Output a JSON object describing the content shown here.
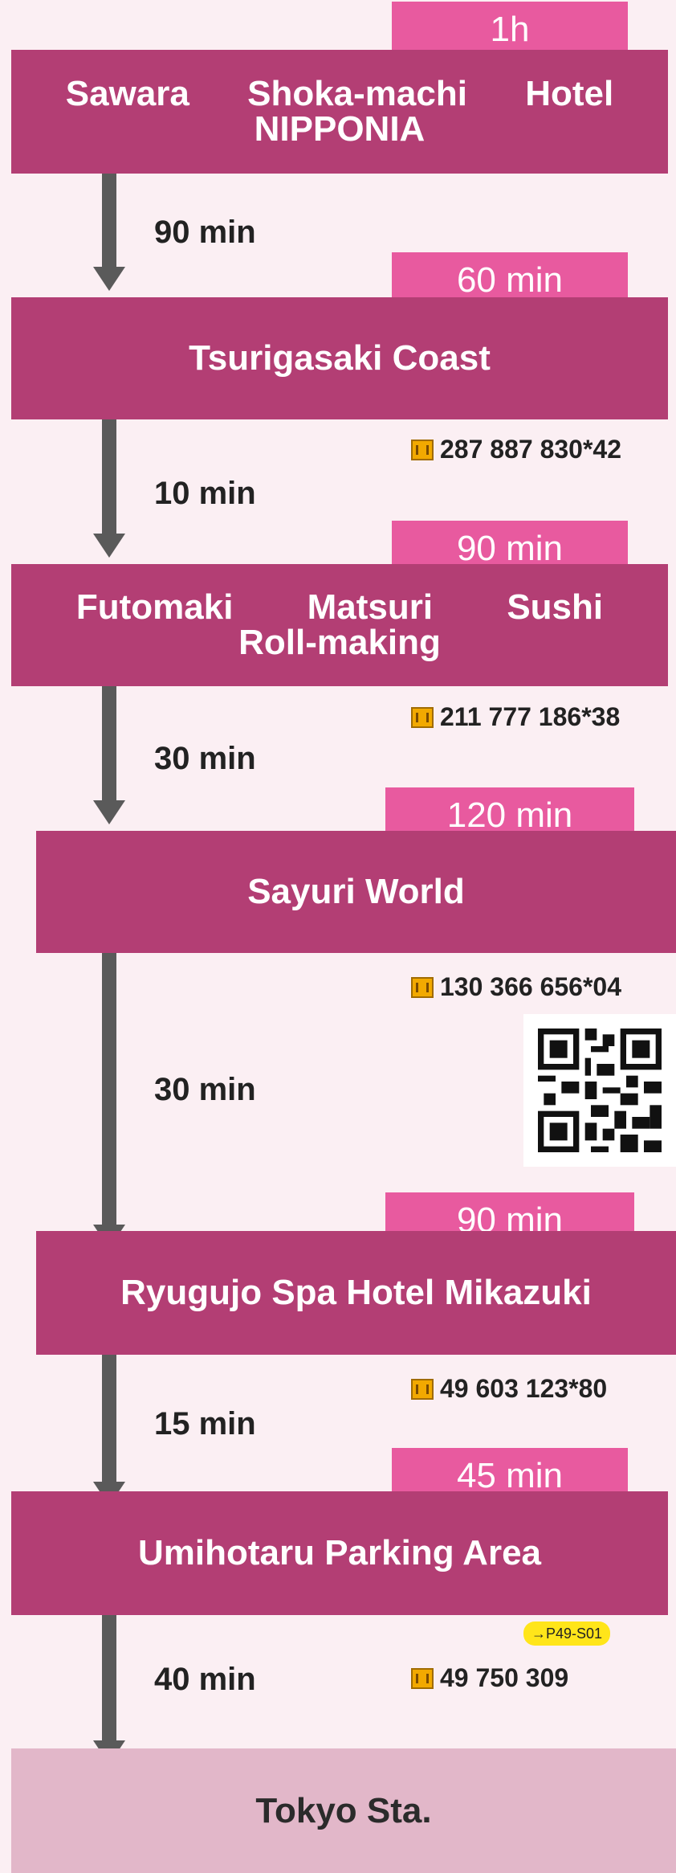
{
  "stops": [
    {
      "name_line1": "Sawara Shoka-machi Hotel",
      "name_line2": "NIPPONIA",
      "duration": "1h",
      "travel_after": "90 min",
      "mapcode": ""
    },
    {
      "name_line1": "Tsurigasaki Coast",
      "name_line2": "",
      "duration": "60 min",
      "travel_after": "10 min",
      "mapcode": "287 887 830*42"
    },
    {
      "name_line1": "Futomaki Matsuri Sushi",
      "name_line2": "Roll-making",
      "duration": "90 min",
      "travel_after": "30 min",
      "mapcode": "211 777 186*38"
    },
    {
      "name_line1": "Sayuri World",
      "name_line2": "",
      "duration": "120 min",
      "travel_after": "30 min",
      "mapcode": "130 366 656*04"
    },
    {
      "name_line1": "Ryugujo Spa Hotel Mikazuki",
      "name_line2": "",
      "duration": "90 min",
      "travel_after": "15 min",
      "mapcode": "49 603 123*80"
    },
    {
      "name_line1": "Umihotaru Parking Area",
      "name_line2": "",
      "duration": "45 min",
      "travel_after": "40 min",
      "mapcode": "49 750 309",
      "page_ref": "→P49-S01"
    }
  ],
  "final_stop": "Tokyo Sta.",
  "colors": {
    "stop": "#b33e74",
    "duration_tab": "#e85a9f",
    "final": "#e2b7c9",
    "background": "#fbeff3",
    "arrow": "#5a5a5a"
  },
  "icons": {
    "mapcode": "mapcode-icon",
    "qr": "qr-code"
  }
}
